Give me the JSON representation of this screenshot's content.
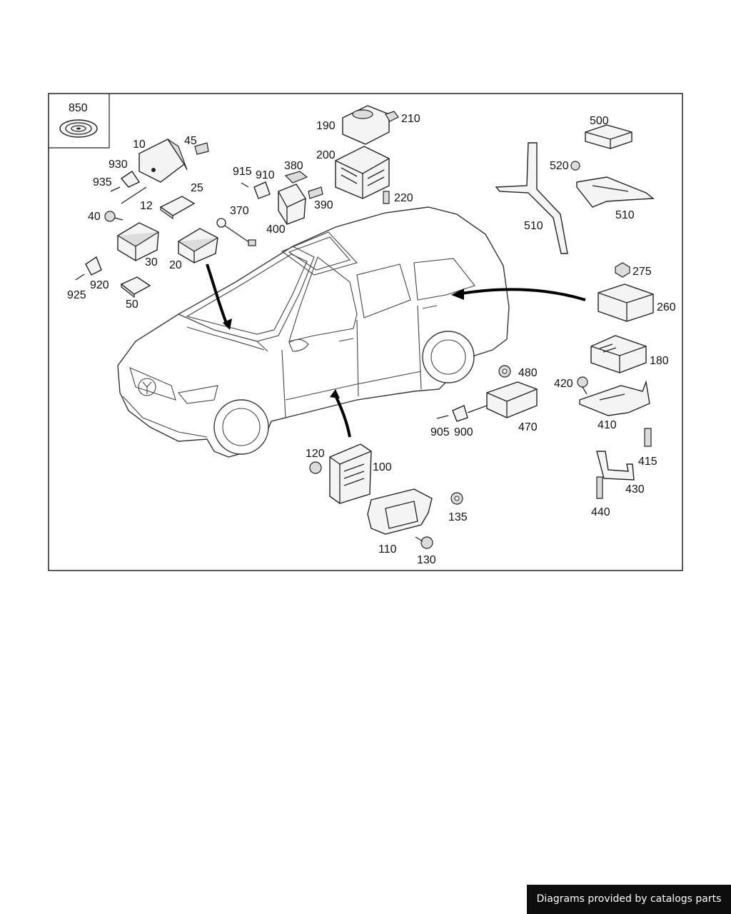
{
  "diagram": {
    "callouts": {
      "p850": "850",
      "p10": "10",
      "p45": "45",
      "p930": "930",
      "p935": "935",
      "p12": "12",
      "p25": "25",
      "p40": "40",
      "p30": "30",
      "p20": "20",
      "p920": "920",
      "p925": "925",
      "p50": "50",
      "p370": "370",
      "p915": "915",
      "p910": "910",
      "p380": "380",
      "p390": "390",
      "p400": "400",
      "p190": "190",
      "p210": "210",
      "p200": "200",
      "p220": "220",
      "p500": "500",
      "p520": "520",
      "p510a": "510",
      "p510b": "510",
      "p275": "275",
      "p260": "260",
      "p180": "180",
      "p480": "480",
      "p470": "470",
      "p905": "905",
      "p900": "900",
      "p420": "420",
      "p410": "410",
      "p415": "415",
      "p430": "430",
      "p440": "440",
      "p120": "120",
      "p100": "100",
      "p135": "135",
      "p110": "110",
      "p130": "130"
    }
  },
  "footer": {
    "text": "Diagrams provided by catalogs parts"
  },
  "colors": {
    "line": "#222222",
    "background": "#ffffff",
    "footer_bg": "#0d0d0d"
  }
}
